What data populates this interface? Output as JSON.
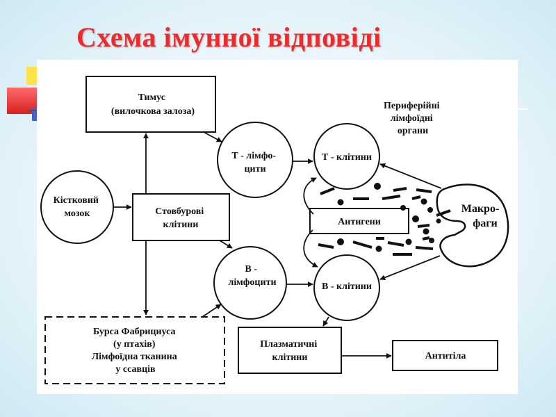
{
  "slide": {
    "title": "Схема імунної відповіді",
    "accent_color": "#ef2a2a"
  },
  "diagram": {
    "nodes": {
      "thymus": [
        "Тимус",
        "(вилочкова залоза)"
      ],
      "bone_marrow": [
        "Кістковий",
        "мозок"
      ],
      "stem_cells": [
        "Стовбурові",
        "клітини"
      ],
      "bursa": [
        "Бурса Фабрициуса",
        "(у птахів)",
        "Лімфоїдна тканина",
        "у ссавців"
      ],
      "t_lymphocytes": [
        "Т - лімфо-",
        "цити"
      ],
      "b_lymphocytes": [
        "В -",
        "лімфоцити"
      ],
      "t_cells": [
        "Т - клітини"
      ],
      "b_cells": [
        "В - клітини"
      ],
      "peripheral_organs": [
        "Периферійні",
        "лімфоїдні",
        "органи"
      ],
      "antigens": [
        "Антигени"
      ],
      "macrophages": [
        "Макро-",
        "фаги"
      ],
      "plasma_cells": [
        "Плазматичні",
        "клітини"
      ],
      "antibodies": [
        "Антитіла"
      ]
    }
  }
}
